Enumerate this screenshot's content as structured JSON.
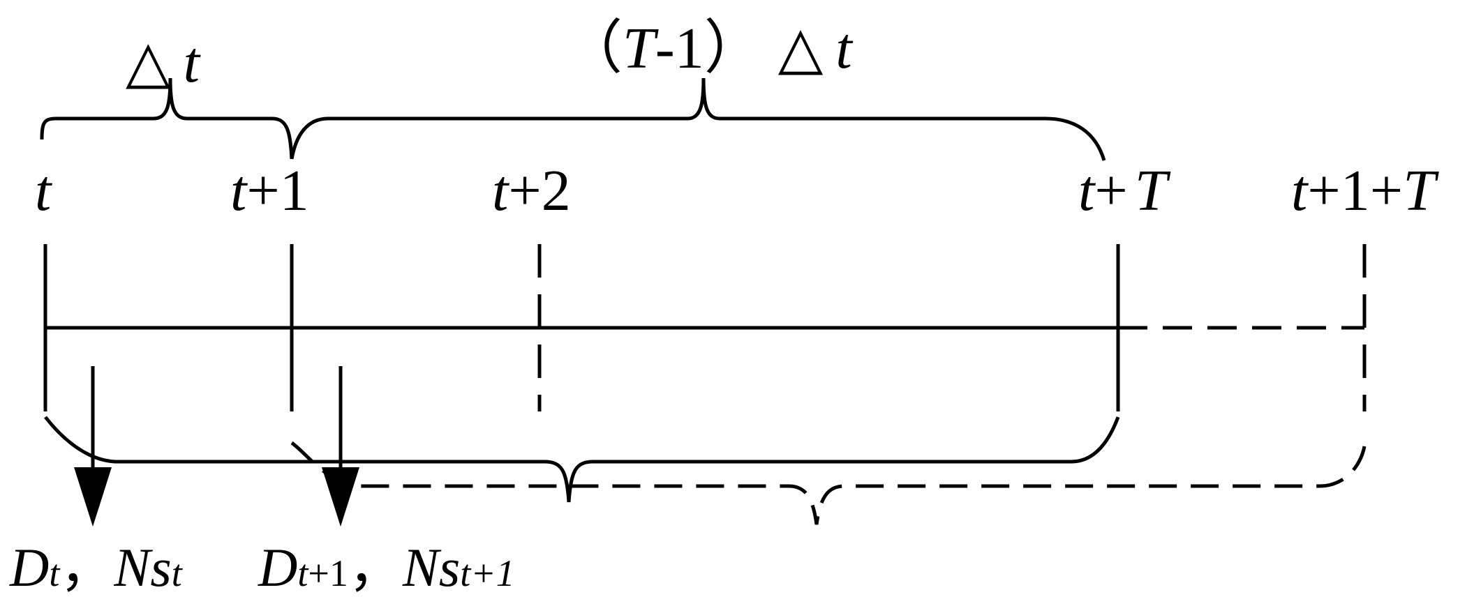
{
  "colors": {
    "ink": "#000000",
    "background": "#ffffff"
  },
  "top_brace_labels": {
    "delta_symbol": "△",
    "delta_var": "t",
    "long_open": "（",
    "long_T": "T",
    "long_minus_one": "-1",
    "long_close": "）",
    "long_delta_symbol": "△",
    "long_delta_var": "t"
  },
  "ticks": {
    "t0": {
      "var": "t",
      "rest": ""
    },
    "t1": {
      "var": "t",
      "rest": "+1"
    },
    "t2": {
      "var": "t",
      "rest": "+2"
    },
    "tT": {
      "var": "t",
      "plus": "+",
      "T": "T"
    },
    "t1T": {
      "var": "t",
      "plus_one_plus": "+1+",
      "T": "T"
    }
  },
  "bottom_labels": {
    "d_t": {
      "main": "D",
      "sub": "t"
    },
    "sep1": "，",
    "ns_t": {
      "main": "Ns",
      "sub": "t"
    },
    "d_t1": {
      "main": "D",
      "sub_var": "t",
      "sub_rest": "+1"
    },
    "sep2": "，",
    "ns_t1": {
      "main": "Ns",
      "sub": "t+1"
    }
  }
}
